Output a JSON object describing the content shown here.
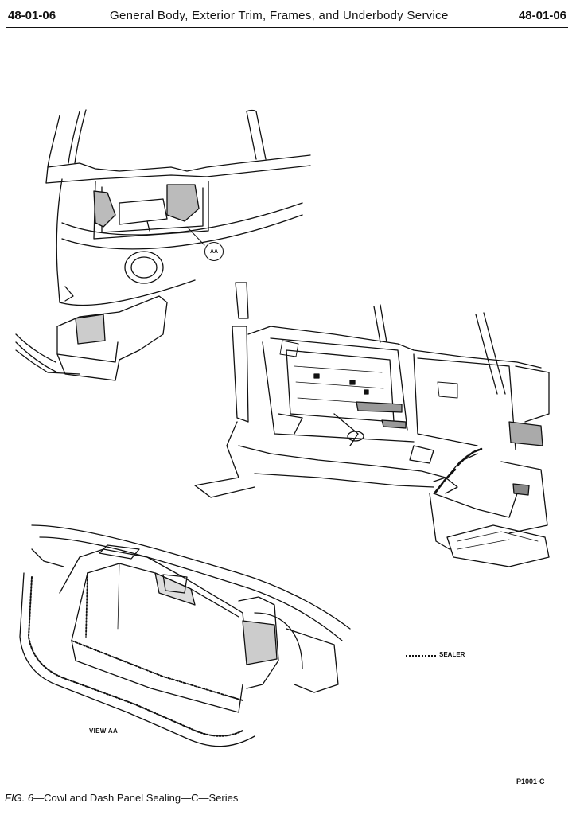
{
  "header": {
    "page_left": "48-01-06",
    "title": "General Body, Exterior Trim, Frames, and Underbody Service",
    "page_right": "48-01-06"
  },
  "figure": {
    "callout": "AA",
    "legend_text": "SEALER",
    "view_label": "VIEW AA",
    "figure_code": "P1001-C"
  },
  "caption": {
    "fig_no": "FIG. 6",
    "text": "—Cowl and Dash Panel Sealing—C—Series"
  }
}
